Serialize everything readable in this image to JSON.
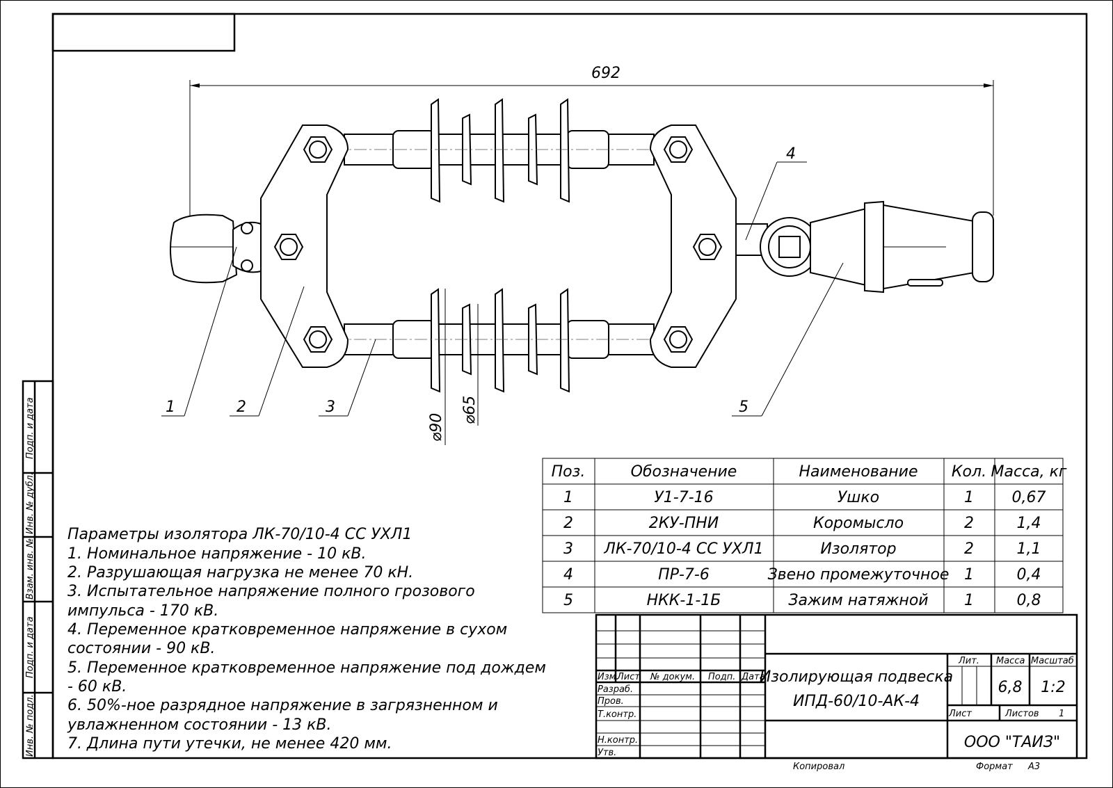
{
  "drawing": {
    "dimensions": {
      "overall_length": "692",
      "d90": "⌀90",
      "d65": "⌀65"
    },
    "callouts": [
      "1",
      "2",
      "3",
      "4",
      "5"
    ]
  },
  "side_stamp": [
    "Подп. и дата",
    "Инв. № дубл.",
    "Взам. инв. №",
    "Подп. и дата",
    "Инв. № подл."
  ],
  "notes": [
    "Параметры изолятора ЛК-70/10-4 СС УХЛ1",
    "1. Номинальное напряжение - 10 кВ.",
    "2. Разрушающая нагрузка не менее 70 кН.",
    "3. Испытательное напряжение полного грозового",
    "импульса - 170 кВ.",
    "4. Переменное кратковременное напряжение  в сухом",
    "состоянии - 90 кВ.",
    "5. Переменное кратковременное напряжение под дождем",
    "- 60 кВ.",
    "6. 50%-ное разрядное напряжение в загрязненном и",
    "увлажненном состоянии - 13 кВ.",
    "7. Длина пути утечки, не менее 420 мм."
  ],
  "spec_table": {
    "headers": [
      "Поз.",
      "Обозначение",
      "Наименование",
      "Кол.",
      "Масса, кг"
    ],
    "rows": [
      [
        "1",
        "У1-7-16",
        "Ушко",
        "1",
        "0,67"
      ],
      [
        "2",
        "2КУ-ПНИ",
        "Коромысло",
        "2",
        "1,4"
      ],
      [
        "3",
        "ЛК-70/10-4 СС УХЛ1",
        "Изолятор",
        "2",
        "1,1"
      ],
      [
        "4",
        "ПР-7-6",
        "Звено промежуточное",
        "1",
        "0,4"
      ],
      [
        "5",
        "НКК-1-1Б",
        "Зажим натяжной",
        "1",
        "0,8"
      ]
    ]
  },
  "title_block": {
    "cols": [
      "Изм.",
      "Лист",
      "№ докум.",
      "Подп.",
      "Дата"
    ],
    "roles": [
      "Разраб.",
      "Пров.",
      "Т.контр.",
      "Н.контр.",
      "Утв."
    ],
    "title_line1": "Изолирующая подвеска",
    "title_line2": "ИПД-60/10-АК-4",
    "lit_label": "Лит.",
    "mass_label": "Масса",
    "scale_label": "Масштаб",
    "mass": "6,8",
    "scale": "1:2",
    "sheet_label": "Лист",
    "sheets_label": "Листов",
    "sheets": "1",
    "company": "ООО \"ТАИЗ\"",
    "copied": "Копировал",
    "format_label": "Формат",
    "format": "А3"
  }
}
